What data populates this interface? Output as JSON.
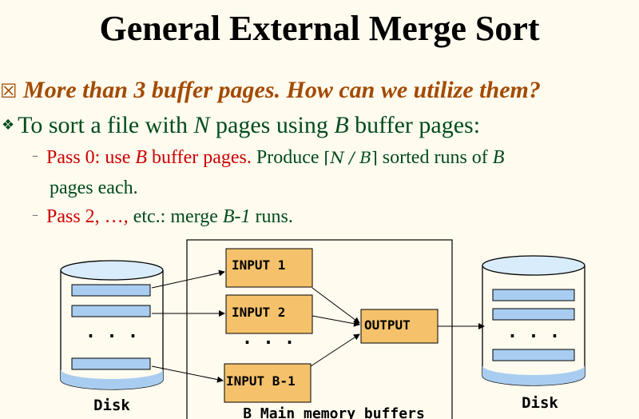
{
  "title": "General External Merge Sort",
  "bullet1": {
    "icon": "ballot-box-x-icon",
    "text": "More than 3 buffer pages.  How can we utilize them?"
  },
  "bullet2": {
    "icon": "diamond-bullet-icon",
    "pre": "To sort a file with ",
    "n": "N",
    "mid": " pages using ",
    "b": "B",
    "post": " buffer pages:"
  },
  "sub1": {
    "dash": "–",
    "red_pre": "Pass 0: use ",
    "red_b": "B",
    "red_post": " buffer pages.",
    "green_pre": " Produce ",
    "ceil_open": "⌈",
    "ceil_expr": "N / B",
    "ceil_close": "⌉",
    "green_mid": " sorted runs of ",
    "green_b": "B",
    "cont": "pages each."
  },
  "sub2": {
    "dash": "–",
    "red_pre": "Pass 2, …, ",
    "green_pre": " etc.: merge ",
    "green_b": "B-1",
    "green_post": " runs."
  },
  "diagram": {
    "left_disk_label": "Disk",
    "right_disk_label": "Disk",
    "memory_label": "B Main memory buffers",
    "input1": "INPUT 1",
    "input2": "INPUT 2",
    "input_last": "INPUT B-1",
    "output": "OUTPUT",
    "dots": ". . .",
    "colors": {
      "buffer": "#f5c26b",
      "disk_band": "#a9cdf0",
      "disk_top": "#d9ecfb"
    }
  }
}
